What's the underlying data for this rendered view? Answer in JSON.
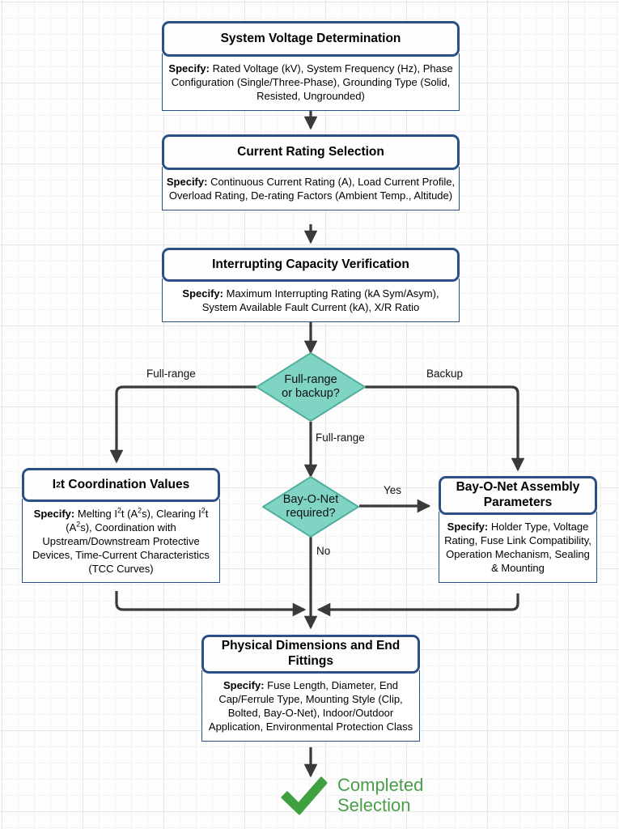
{
  "diagram": {
    "title": "Fuse Selection Flowchart",
    "colors": {
      "node_border": "#2c4f86",
      "node_fill": "#ffffff",
      "decision_fill": "#7fd4c4",
      "decision_border": "#4fae9c",
      "edge": "#3a3a3a",
      "success": "#4a9e4a",
      "check": "#3fa03f",
      "grid": "#e6e6e6"
    },
    "nodes": [
      {
        "id": "system-voltage",
        "title": "System Voltage Determination",
        "specify_label": "Specify:",
        "detail": " Rated Voltage (kV), System Frequency (Hz), Phase Configuration (Single/Three-Phase), Grounding Type (Solid, Resisted, Ungrounded)"
      },
      {
        "id": "current-rating",
        "title": "Current Rating Selection",
        "specify_label": "Specify:",
        "detail": " Continuous Current Rating (A), Load Current Profile, Overload Rating, De-rating Factors (Ambient Temp., Altitude)"
      },
      {
        "id": "interrupting-capacity",
        "title": "Interrupting Capacity Verification",
        "specify_label": "Specify:",
        "detail": " Maximum Interrupting Rating (kA Sym/Asym), System Available Fault Current (kA), X/R Ratio"
      },
      {
        "id": "i2t-coordination",
        "title_html": "I<sup>2</sup>t Coordination Values",
        "specify_label": "Specify:",
        "detail_html": " Melting I<sup>2</sup>t (A<sup>2</sup>s), Clearing I<sup>2</sup>t (A<sup>2</sup>s), Coordination with Upstream/Downstream Protective Devices, Time-Current Characteristics (TCC Curves)"
      },
      {
        "id": "bay-o-net-assembly",
        "title": "Bay-O-Net Assembly Parameters",
        "specify_label": "Specify:",
        "detail": " Holder Type, Voltage Rating, Fuse Link Compatibility, Operation Mechanism, Sealing & Mounting"
      },
      {
        "id": "physical-dimensions",
        "title": "Physical Dimensions and End Fittings",
        "specify_label": "Specify:",
        "detail": " Fuse Length, Diameter, End Cap/Ferrule Type, Mounting Style (Clip, Bolted, Bay-O-Net), Indoor/Outdoor Application, Environmental Protection Class"
      }
    ],
    "decisions": [
      {
        "id": "full-range-or-backup",
        "line1": "Full-range",
        "line2": "or backup?"
      },
      {
        "id": "bay-o-net-required",
        "line1": "Bay-O-Net",
        "line2": "required?"
      }
    ],
    "edge_labels": {
      "full_range_left": "Full-range",
      "backup_right": "Backup",
      "full_range_down": "Full-range",
      "yes": "Yes",
      "no": "No"
    },
    "terminator": {
      "id": "completed-selection",
      "line1": "Completed",
      "line2": "Selection",
      "icon": "check-icon"
    }
  }
}
